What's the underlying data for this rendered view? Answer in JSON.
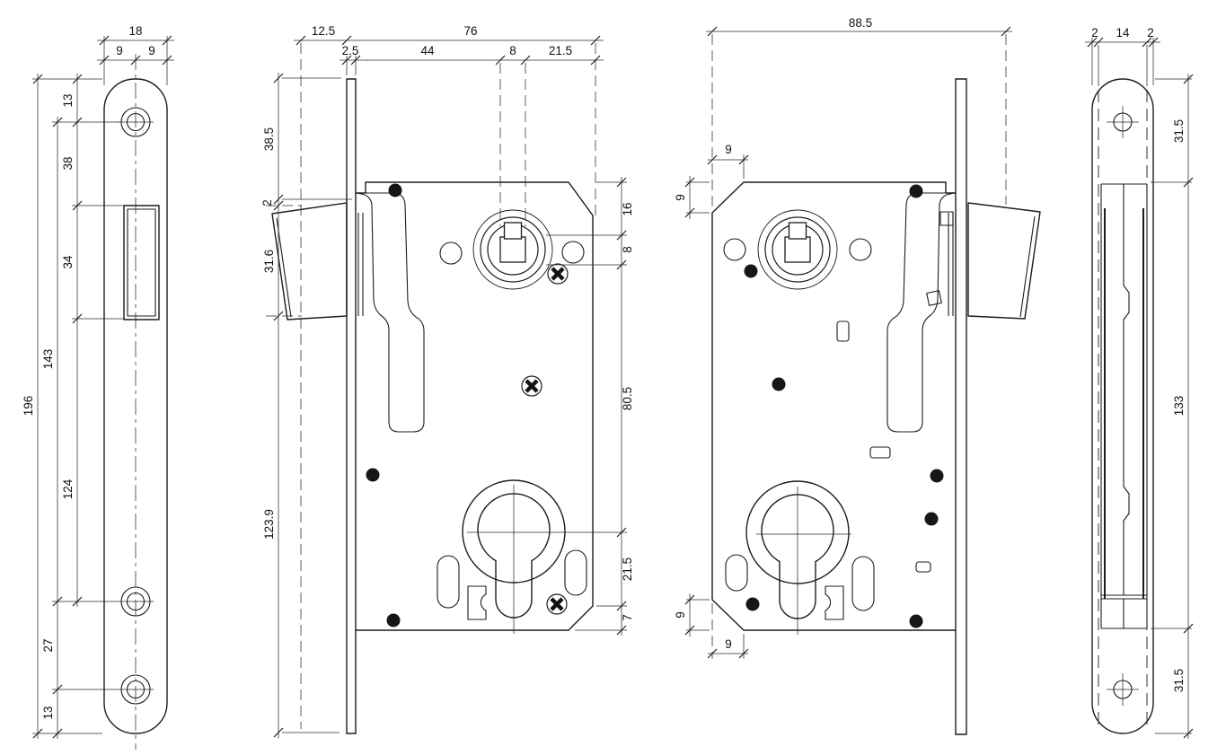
{
  "drawing": {
    "type": "technical-drawing",
    "subject": "mortise-lock",
    "unit_labels_visible": false,
    "colors": {
      "ink": "#1c1c1c",
      "background": "#ffffff"
    }
  },
  "views": {
    "v1": {
      "title": "faceplate-front-view",
      "top": {
        "w18": "18",
        "w9l": "9",
        "w9r": "9"
      },
      "left": {
        "h196": "196",
        "h143": "143",
        "h27": "27",
        "h13b": "13",
        "h13t": "13",
        "h38": "38",
        "h34": "34",
        "h124": "124"
      }
    },
    "v2": {
      "title": "lock-side-view-latch-left",
      "top": {
        "d125": "12.5",
        "d76": "76",
        "d25": "2.5",
        "d44": "44",
        "d8": "8",
        "d215": "21.5"
      },
      "left": {
        "d385": "38.5",
        "d2": "2",
        "d316": "31.6",
        "d1239": "123.9"
      },
      "right": {
        "d16": "16",
        "d8": "8",
        "d805": "80.5",
        "d215": "21.5",
        "d7": "7"
      }
    },
    "v3": {
      "title": "lock-side-view-latch-right",
      "top": {
        "d885": "88.5"
      },
      "chamfer": {
        "tl_h": "9",
        "tl_v": "9",
        "bl_v": "9",
        "bl_h": "9"
      }
    },
    "v4": {
      "title": "faceplate-rear-view",
      "top": {
        "l2": "2",
        "c14": "14",
        "r2": "2"
      },
      "right": {
        "t315": "31.5",
        "m133": "133",
        "b315": "31.5"
      }
    }
  }
}
